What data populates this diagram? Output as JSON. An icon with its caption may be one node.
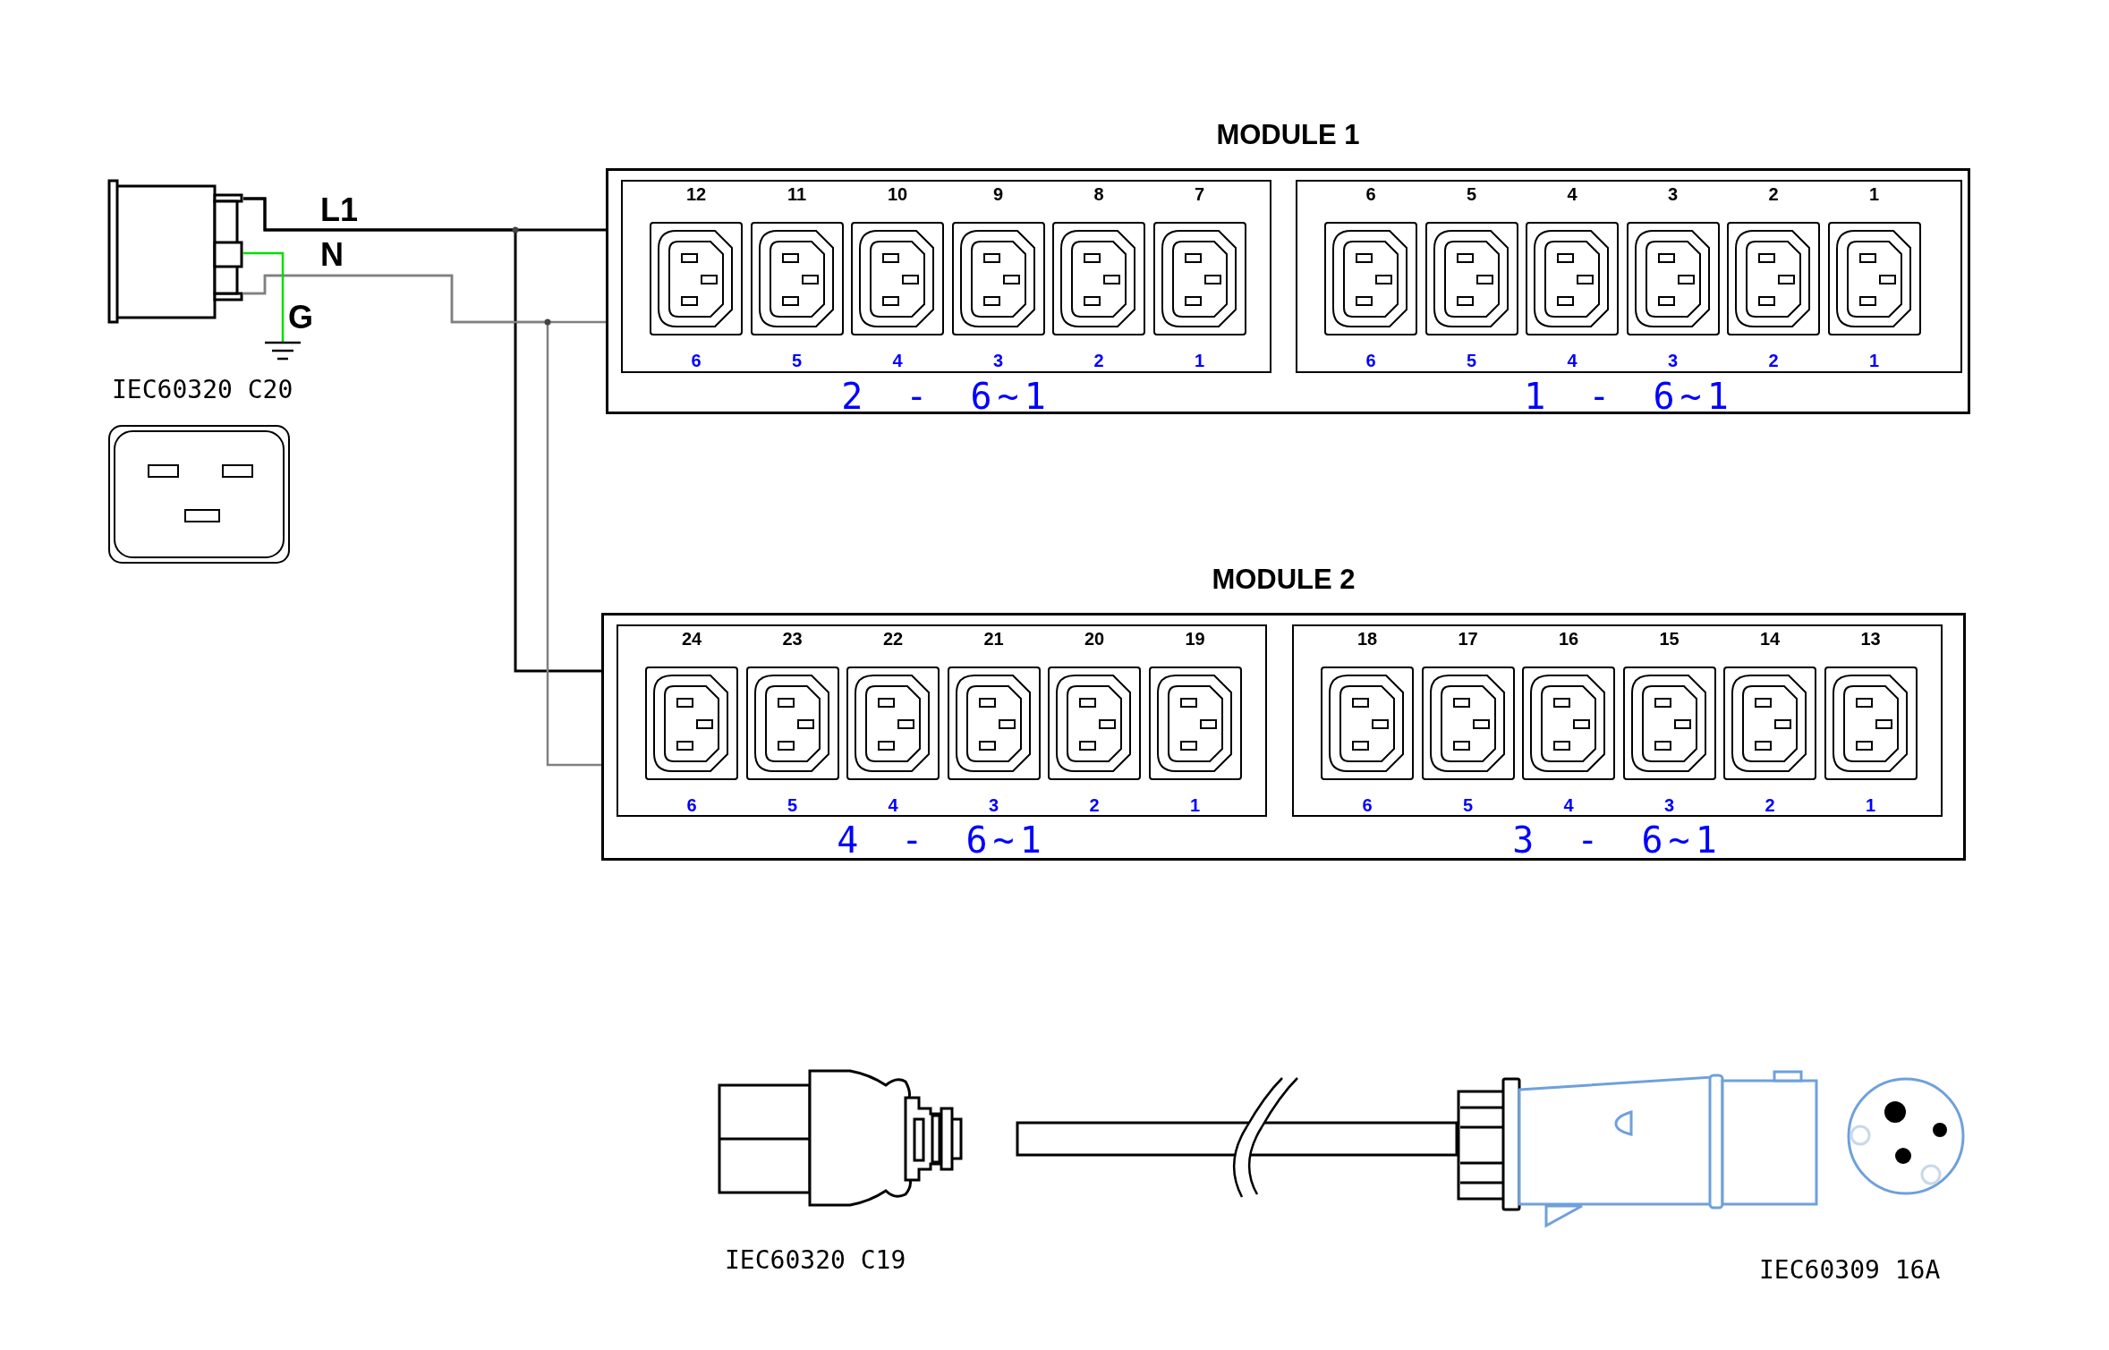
{
  "diagram": {
    "nodes": [
      {
        "text": [],
        "shape": "box"
      },
      {
        "text": [],
        "shape": "picture"
      },
      {
        "text": [
          "MODULE 1"
        ]
      },
      {
        "text": [],
        "shape": "box",
        "in": 2,
        "beside": [
          "2 - 6~1"
        ]
      },
      {
        "text": [
          "12",
          "6"
        ],
        "in": 3
      },
      {
        "text": [
          "11",
          "5"
        ],
        "in": 3
      },
      {
        "text": [
          "10",
          "4"
        ],
        "in": 3
      },
      {
        "text": [
          "9",
          "3"
        ],
        "in": 3
      },
      {
        "text": [
          "8",
          "2"
        ],
        "in": 3
      },
      {
        "text": [
          "7",
          "1"
        ],
        "in": 3
      },
      {
        "text": [],
        "shape": "box",
        "in": 2,
        "beside": [
          "1 - 6~1"
        ]
      },
      {
        "text": [
          "6",
          "6"
        ],
        "in": 10
      },
      {
        "text": [
          "5",
          "5"
        ],
        "in": 10
      },
      {
        "text": [
          "4",
          "4"
        ],
        "in": 10
      },
      {
        "text": [
          "3",
          "3"
        ],
        "in": 10
      },
      {
        "text": [
          "2",
          "2"
        ],
        "in": 10
      },
      {
        "text": [
          "1",
          "1"
        ],
        "in": 10
      },
      {
        "text": [
          "MODULE 2"
        ]
      },
      {
        "text": [],
        "shape": "box",
        "in": 17,
        "beside": [
          "4 - 6~1"
        ]
      },
      {
        "text": [
          "24",
          "6"
        ],
        "in": 18
      },
      {
        "text": [
          "23",
          "5"
        ],
        "in": 18
      },
      {
        "text": [
          "22",
          "4"
        ],
        "in": 18
      },
      {
        "text": [
          "21",
          "3"
        ],
        "in": 18
      },
      {
        "text": [
          "20",
          "2"
        ],
        "in": 18
      },
      {
        "text": [
          "19",
          "1"
        ],
        "in": 18
      },
      {
        "text": [],
        "shape": "box",
        "in": 17,
        "beside": [
          "3 - 6~1"
        ]
      },
      {
        "text": [
          "18",
          "6"
        ],
        "in": 25
      },
      {
        "text": [
          "17",
          "5"
        ],
        "in": 25
      },
      {
        "text": [
          "16",
          "4"
        ],
        "in": 25
      },
      {
        "text": [
          "15",
          "3"
        ],
        "in": 25
      },
      {
        "text": [
          "14",
          "2"
        ],
        "in": 25
      },
      {
        "text": [
          "13",
          "1"
        ],
        "in": 25
      },
      {
        "text": [],
        "shape": "picture",
        "beside": [
          "IEC60320 C19"
        ]
      },
      {
        "text": [],
        "shape": "picture",
        "beside": [
          "IEC60309 16A"
        ]
      }
    ],
    "edges": [
      {
        "from": 0,
        "to": 2,
        "arrow": "none",
        "label": "L1"
      },
      {
        "from": 0,
        "to": 2,
        "arrow": "none",
        "label": "N",
        "color": "#808080"
      },
      {
        "from": 0,
        "to": 17,
        "arrow": "none"
      },
      {
        "from": 0,
        "to": 17,
        "arrow": "none",
        "color": "#808080"
      },
      {
        "from": 0,
        "to": 1,
        "arrow": "none",
        "label": "G",
        "color": "#00dd00"
      },
      {
        "from": 32,
        "to": 33,
        "arrow": "none"
      }
    ],
    "labels": [
      "IEC60320 C20"
    ]
  }
}
